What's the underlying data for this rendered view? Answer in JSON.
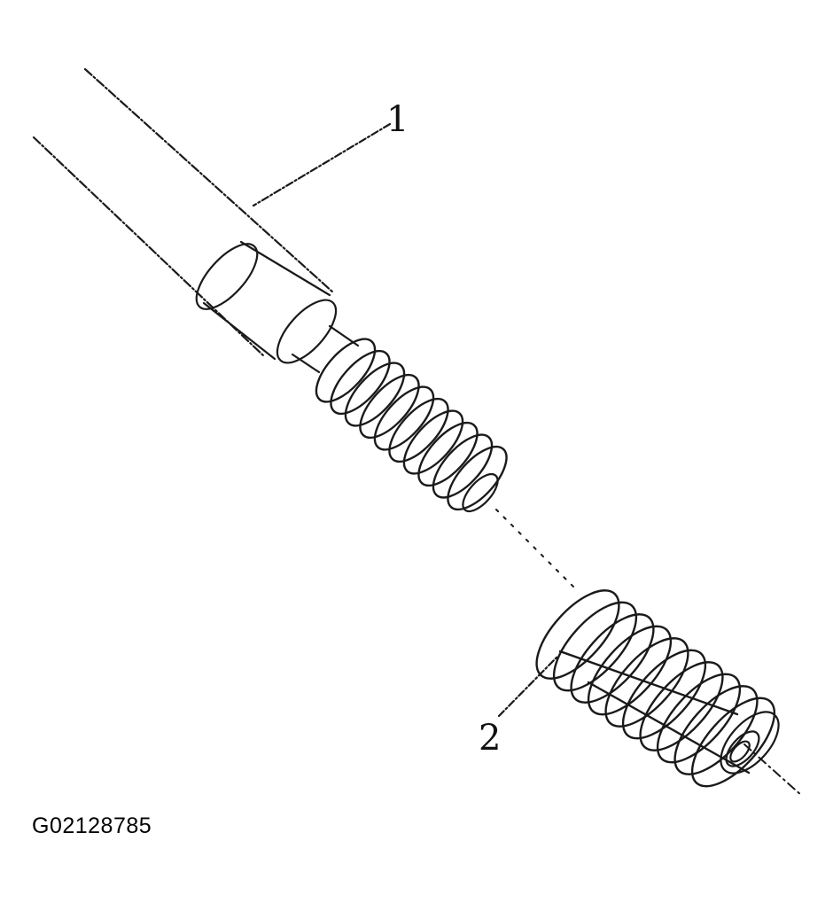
{
  "figure": {
    "id_code": "G02128785",
    "callouts": [
      {
        "number": "1",
        "part": "stud"
      },
      {
        "number": "2",
        "part": "threaded-insert"
      }
    ],
    "colors": {
      "line": "#1a1a1a",
      "background": "#ffffff"
    }
  }
}
